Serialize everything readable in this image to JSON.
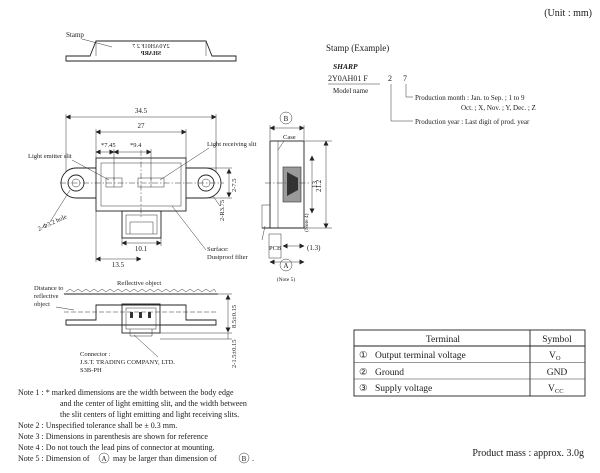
{
  "unit_label": "(Unit : mm)",
  "diagram": {
    "top_view": {
      "stamp_label": "Stamp",
      "stamp_mirror_text_1": "SHARP",
      "stamp_mirror_text_2": "2Y0AH01F 2 7"
    },
    "front_view": {
      "dim_34_5": "34.5",
      "dim_27": "27",
      "dim_7_45": "*7.45",
      "dim_9_4": "*9.4",
      "light_emitter_slit": "Light emitter slit",
      "light_receiving_slit": "Light receiving slit",
      "hole_label": "2-Φ3.2 hole",
      "dim_2_7_5": "2-7.5",
      "dim_2_r3_75": "2-R3.75",
      "dim_10_1": "10.1",
      "dim_13_5": "13.5",
      "surface_label": "Surface:",
      "dustproof_label": "Dustproof filter",
      "connector_label": "Connector"
    },
    "side_view": {
      "marker_b": "B",
      "case_label": "Case",
      "dim_13": "13",
      "dim_21_2": "21.2",
      "note4_label": "(Note 4)",
      "pcb_label": "PCB",
      "dim_1_3": "(1.3)",
      "marker_a": "A",
      "note5_label": "(Note 5)"
    },
    "bottom_view": {
      "distance_label_1": "Distance to",
      "distance_label_2": "reflective",
      "distance_label_3": "object",
      "reflective_object_label": "Reflective object",
      "dim_8_5": "8.5±0.15",
      "dim_2_1_5": "2-1.5±0.15",
      "connector_line_1": "Connector :",
      "connector_line_2": "J.S.T. TRADING COMPANY, LTD.",
      "connector_line_3": "S3B-PH"
    }
  },
  "stamp_example": {
    "title": "Stamp (Example)",
    "logo_text": "SHARP",
    "code_model": "2Y0AH01 F",
    "code_year": "2",
    "code_month": "7",
    "model_name_label": "Model name",
    "production_month": "Production month : Jan. to Sep. ; 1 to 9",
    "production_month_2": "Oct. ; X, Nov. ; Y, Dec. ; Z",
    "production_year": "Production year : Last digit of prod. year"
  },
  "terminal_table": {
    "headers": [
      "Terminal",
      "Symbol"
    ],
    "rows": [
      {
        "num": "①",
        "name": "Output terminal voltage",
        "sym": "V",
        "sub": "O"
      },
      {
        "num": "②",
        "name": "Ground",
        "sym": "GND",
        "sub": ""
      },
      {
        "num": "③",
        "name": "Supply voltage",
        "sym": "V",
        "sub": "CC"
      }
    ]
  },
  "notes": [
    "Note 1 : * marked dimensions are the width between the body edge",
    "and the center of light emitting slit, and the width between",
    "the slit centers of light emitting and light receiving slits.",
    "Note 2 : Unspecified tolerance shall be ± 0.3 mm.",
    "Note 3 : Dimensions in parenthesis are shown for reference",
    "Note 4 : Do not touch the lead pins of connector at mounting.",
    "Note 5 : Dimension of",
    "may be larger than dimension of",
    "A",
    "B",
    "."
  ],
  "product_mass": "Product mass : approx. 3.0g"
}
